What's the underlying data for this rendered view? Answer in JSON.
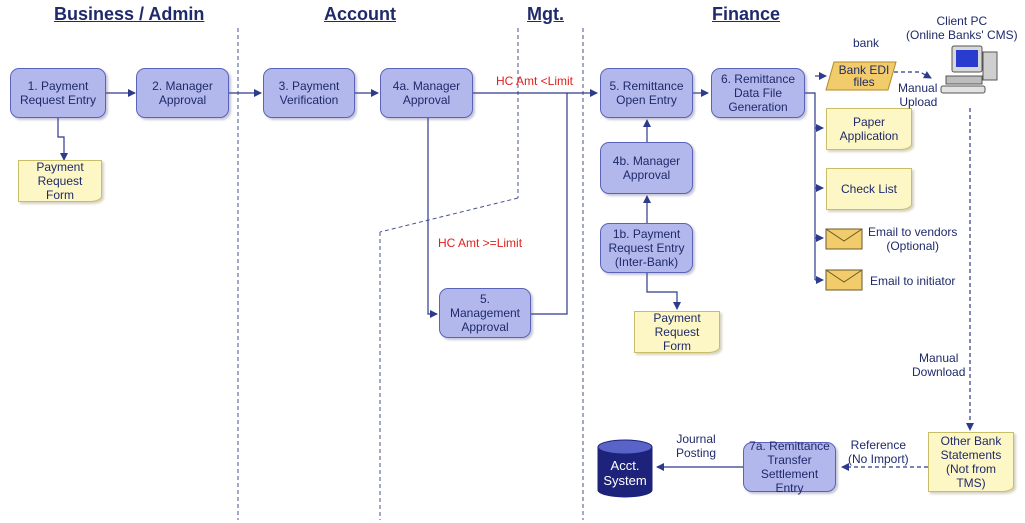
{
  "lanes": {
    "business_admin": "Business / Admin",
    "account": "Account",
    "mgt": "Mgt.",
    "finance": "Finance"
  },
  "nodes": {
    "payment_request_entry": "1. Payment Request Entry",
    "manager_approval": "2. Manager Approval",
    "payment_verification": "3. Payment Verification",
    "manager_approval_4a": "4a. Manager Approval",
    "management_approval": "5. Management Approval",
    "remittance_open_entry": "5. Remittance Open Entry",
    "remittance_data_file_generation": "6. Remittance Data File Generation",
    "manager_approval_4b": "4b. Manager Approval",
    "payment_request_entry_interbank": "1b. Payment Request Entry (Inter-Bank)",
    "remittance_transfer_settlement_entry": "7a. Remittance Transfer Settlement Entry"
  },
  "documents": {
    "payment_request_form_left": "Payment Request Form",
    "payment_request_form_right": "Payment Request Form",
    "bank_edi_files": "Bank EDI files",
    "paper_application": "Paper Application",
    "check_list": "Check List",
    "other_bank_statements": "Other Bank Statements (Not from TMS)"
  },
  "labels": {
    "bank": "bank",
    "client_pc": "Client PC\n(Online Banks' CMS)",
    "manual_upload": "Manual\nUpload",
    "manual_download": "Manual\nDownload",
    "hc_amt_lt_limit": "HC Amt <Limit",
    "hc_amt_ge_limit": "HC Amt >=Limit",
    "email_to_vendors": "Email to vendors\n(Optional)",
    "email_to_initiator": "Email to initiator",
    "reference_no_import": "Reference\n(No Import)",
    "journal_posting": "Journal\nPosting",
    "acct_system": "Acct.\nSystem"
  },
  "colors": {
    "process_fill": "#b3b8ec",
    "document_fill": "#fdf7c6",
    "edi_fill": "#f2cc6a",
    "connector": "#2e3a8c",
    "condition_text": "#e0201c",
    "database_fill": "#1d237a"
  }
}
